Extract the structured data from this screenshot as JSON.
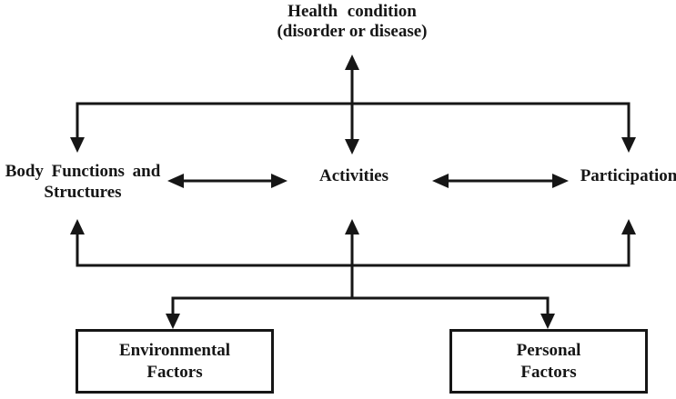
{
  "colors": {
    "background": "#ffffff",
    "line": "#161616",
    "text": "#161616"
  },
  "nodes": {
    "health_condition": {
      "line1": "Health condition",
      "line2": "(disorder or disease)"
    },
    "body_functions_structures": {
      "line1": "Body Functions and",
      "line2": "Structures"
    },
    "activities": {
      "label": "Activities"
    },
    "participation": {
      "label": "Participation"
    },
    "environmental_factors": {
      "line1": "Environmental",
      "line2": "Factors"
    },
    "personal_factors": {
      "line1": "Personal",
      "line2": "Factors"
    }
  },
  "edges": [
    {
      "from": "health_condition",
      "to": "activities",
      "style": "double_headed_vertical_arrow"
    },
    {
      "from": "health_condition",
      "to": "body_functions_structures",
      "style": "arrow_down_via_branch"
    },
    {
      "from": "health_condition",
      "to": "participation",
      "style": "arrow_down_via_branch"
    },
    {
      "from": "body_functions_structures",
      "to": "activities",
      "style": "double_headed_horizontal_arrow"
    },
    {
      "from": "activities",
      "to": "participation",
      "style": "double_headed_horizontal_arrow"
    },
    {
      "from": "contextual_factors_junction",
      "to": "body_functions_structures",
      "style": "arrow_up"
    },
    {
      "from": "contextual_factors_junction",
      "to": "activities",
      "style": "arrow_up"
    },
    {
      "from": "contextual_factors_junction",
      "to": "participation",
      "style": "arrow_up"
    },
    {
      "from": "contextual_factors_junction",
      "to": "environmental_factors",
      "style": "arrow_down"
    },
    {
      "from": "contextual_factors_junction",
      "to": "personal_factors",
      "style": "arrow_down"
    }
  ]
}
